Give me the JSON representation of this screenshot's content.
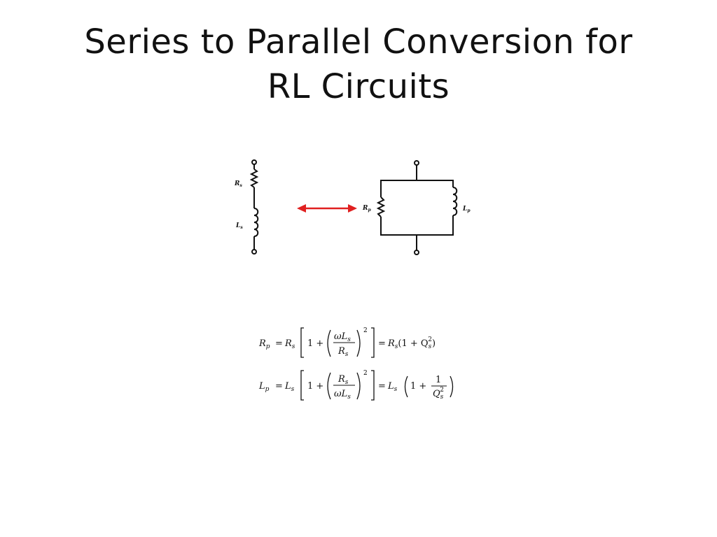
{
  "slide": {
    "title_line1": "Series to Parallel Conversion for",
    "title_line2": "RL Circuits"
  },
  "series_circuit": {
    "resistor_label": "R",
    "resistor_sub": "s",
    "inductor_label": "L",
    "inductor_sub": "s"
  },
  "parallel_circuit": {
    "resistor_label": "R",
    "resistor_sub": "p",
    "inductor_label": "L",
    "inductor_sub": "p"
  },
  "arrow": {
    "color": "#e02020"
  },
  "equations": {
    "eq1": {
      "lhs": "R",
      "lhs_sub": "p",
      "eq": "=",
      "factor": "R",
      "factor_sub": "s",
      "one": "1 +",
      "num": "ωL",
      "num_sub": "s",
      "den": "R",
      "den_sub": "s",
      "power": "2",
      "eq2": "=",
      "rhs": "R",
      "rhs_sub": "s",
      "rhs_tail": "(1 + Q",
      "rhs_q_sub": "s",
      "rhs_q_sup": "2",
      "rhs_close": ")"
    },
    "eq2": {
      "lhs": "L",
      "lhs_sub": "p",
      "eq": "=",
      "factor": "L",
      "factor_sub": "s",
      "one": "1 +",
      "num": "R",
      "num_sub": "s",
      "den": "ωL",
      "den_sub": "s",
      "power": "2",
      "eq2": "=",
      "rhs": "L",
      "rhs_sub": "s",
      "rhs_one": "1 +",
      "frac_num": "1",
      "frac_den": "Q",
      "frac_den_sub": "s",
      "frac_den_sup": "2"
    }
  }
}
